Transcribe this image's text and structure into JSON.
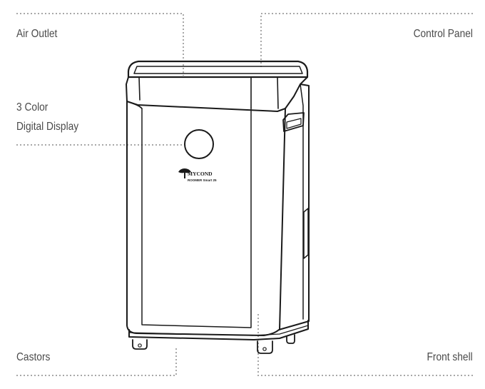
{
  "callouts": {
    "air_outlet": "Air Outlet",
    "control_panel": "Control Panel",
    "display_line1": "3 Color",
    "display_line2": "Digital Display",
    "castors": "Castors",
    "front_shell": "Front shell"
  },
  "product": {
    "brand": "MYCOND",
    "model": "ROOMER Smart 25"
  },
  "colors": {
    "line": "#1a1a1a",
    "leader": "#a8a8a8",
    "label": "#4a4a4a"
  }
}
